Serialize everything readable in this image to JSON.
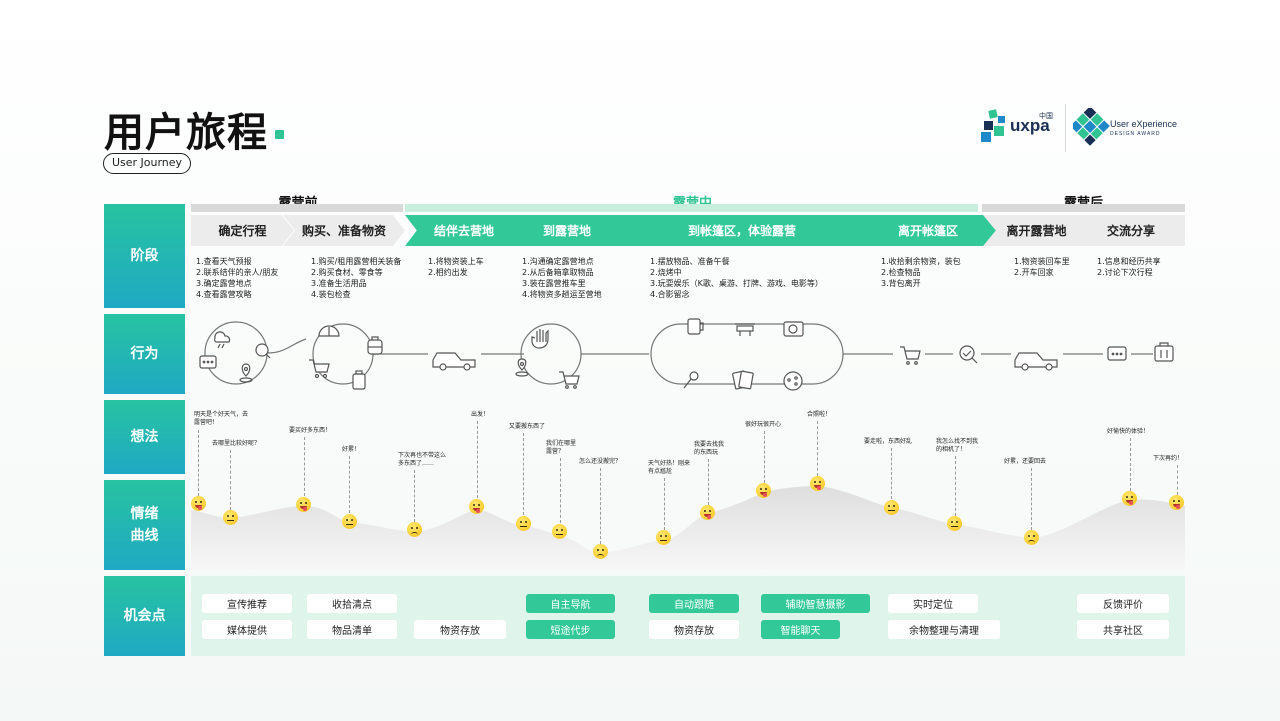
{
  "header": {
    "title": "用户旅程",
    "subtitle": "User Journey",
    "logo_uxpa": "uxpa",
    "logo_uxpa_cn": "中国",
    "logo_award_line1": "User eXperience",
    "logo_award_line2": "DESIGN AWARD"
  },
  "colors": {
    "accent": "#33c898",
    "label_top": "#27c3a0",
    "label_bottom": "#1fa9c4",
    "emoji": "#fbd33c"
  },
  "row_labels": {
    "stage": "阶段",
    "behavior": "行为",
    "thought": "想法",
    "emotion_line1": "情绪",
    "emotion_line2": "曲线",
    "opportunity": "机会点"
  },
  "phases": [
    "露营前",
    "露营中",
    "露营后"
  ],
  "steps": [
    "确定行程",
    "购买、准备物资",
    "结伴去营地",
    "到露营地",
    "到帐篷区，体验露营",
    "离开帐篷区",
    "离开露营地",
    "交流分享"
  ],
  "descriptions": [
    "1.查看天气预报\n2.联系结伴的亲人/朋友\n3.确定露营地点\n4.查看露营攻略",
    "1.购买/租用露营相关装备\n2.购买食材、零食等\n3.准备生活用品\n4.装包检查",
    "1.将物资装上车\n2.相约出发",
    "1.沟通确定露营地点\n2.从后备箱拿取物品\n3.装在露营推车里\n4.将物资多趟运至营地",
    "1.摆放物品、准备午餐\n2.烧烤中\n3.玩耍娱乐（K歌、桌游、打牌、游戏、电影等）\n4.合影留念",
    "1.收拾剩余物资，装包\n2.检查物品\n3.背包离开",
    "1.物资装回车里\n2.开车回家",
    "1.信息和经历共享\n2.讨论下次行程"
  ],
  "behavior_icons": [
    "chat-icon",
    "cloud-rain-icon",
    "search-icon",
    "location-icon",
    "cart-icon",
    "tent-icon",
    "backpack-icon",
    "bottle-icon",
    "car-icon",
    "hand-icon",
    "location-icon",
    "cart-icon",
    "cup-icon",
    "grill-icon",
    "camera-icon",
    "microphone-icon",
    "cards-icon",
    "gamepad-icon",
    "cart-icon",
    "check-search-icon",
    "car-icon",
    "chat-icon",
    "suitcase-icon"
  ],
  "thoughts": [
    "明天是个好天气，去\n露营吧！",
    "去哪里比较好呢？",
    "要买好多东西！",
    "好累！",
    "下次再也不带这么\n多东西了……",
    "出发！",
    "又要搬东西了",
    "我们在哪里\n露营？",
    "怎么还没搬完？",
    "天气好热！刚来\n有点尴尬",
    "我要去找我\n的东西玩",
    "很好玩很开心",
    "合照啦！",
    "要走啦，东西好乱",
    "我怎么找不到我\n的相机了！",
    "好累，还要回去",
    "好愉快的体验！",
    "下次再约！"
  ],
  "emotions": [
    "happy",
    "neutral",
    "happy",
    "neutral",
    "sad",
    "happy",
    "neutral",
    "neutral",
    "sad",
    "neutral",
    "happy",
    "happy",
    "happy",
    "neutral",
    "neutral",
    "sad",
    "happy",
    "happy"
  ],
  "opportunities": {
    "col1": [
      "宣传推荐",
      "媒体提供"
    ],
    "col2": [
      "收拾清点",
      "物品清单"
    ],
    "col3": [
      "物资存放"
    ],
    "col4": [
      "自主导航",
      "短途代步"
    ],
    "col5": [
      "自动跟随",
      "物资存放"
    ],
    "col6": [
      "辅助智慧摄影",
      "智能聊天"
    ],
    "col7": [
      "实时定位",
      "余物整理与清理"
    ],
    "col8": [
      "反馈评价",
      "共享社区"
    ]
  }
}
